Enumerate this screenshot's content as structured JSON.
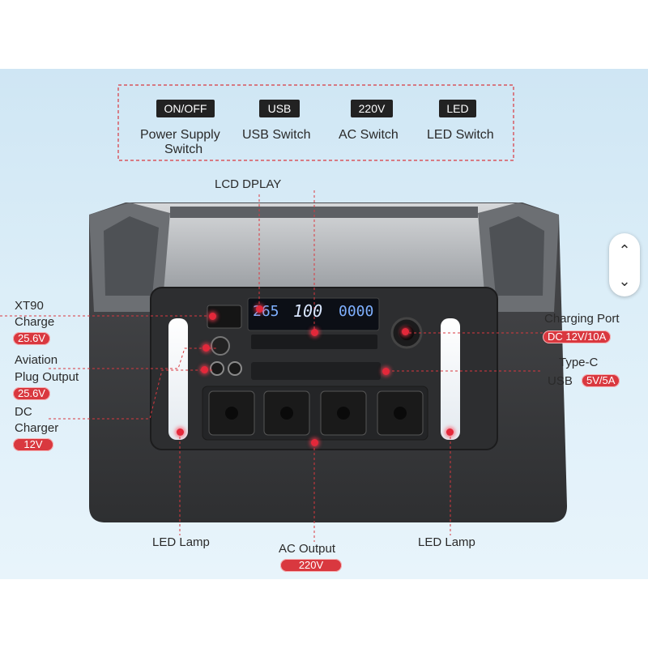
{
  "switches": [
    {
      "button": "ON/OFF",
      "caption_line1": "Power Supply",
      "caption_line2": "Switch"
    },
    {
      "button": "USB",
      "caption_line1": "USB Switch",
      "caption_line2": ""
    },
    {
      "button": "220V",
      "caption_line1": "AC Switch",
      "caption_line2": ""
    },
    {
      "button": "LED",
      "caption_line1": "LED Switch",
      "caption_line2": ""
    }
  ],
  "lcd_label": "LCD DPLAY",
  "lcd": {
    "left": "265",
    "mid": "100",
    "right": "0000"
  },
  "left_labels": {
    "xt90_line1": "XT90",
    "xt90_line2": "Charge",
    "xt90_value": "25.6V",
    "aviation_line1": "Aviation",
    "aviation_line2": "Plug Output",
    "aviation_value": "25.6V",
    "dc_line1": "DC",
    "dc_line2": "Charger",
    "dc_value": "12V"
  },
  "right_labels": {
    "charging_port": "Charging Port",
    "charging_value": "DC 12V/10A",
    "typec": "Type-C",
    "usb": "USB",
    "usb_value": "5V/5A"
  },
  "bottom_labels": {
    "led_lamp_left": "LED Lamp",
    "ac_output": "AC Output",
    "ac_value": "220V",
    "led_lamp_right": "LED Lamp"
  },
  "scroll": {
    "up": "^",
    "down": "v"
  },
  "colors": {
    "accent": "#d9383f",
    "body_dark": "#3a3a3c",
    "body_silver": "#9a9ea3"
  }
}
